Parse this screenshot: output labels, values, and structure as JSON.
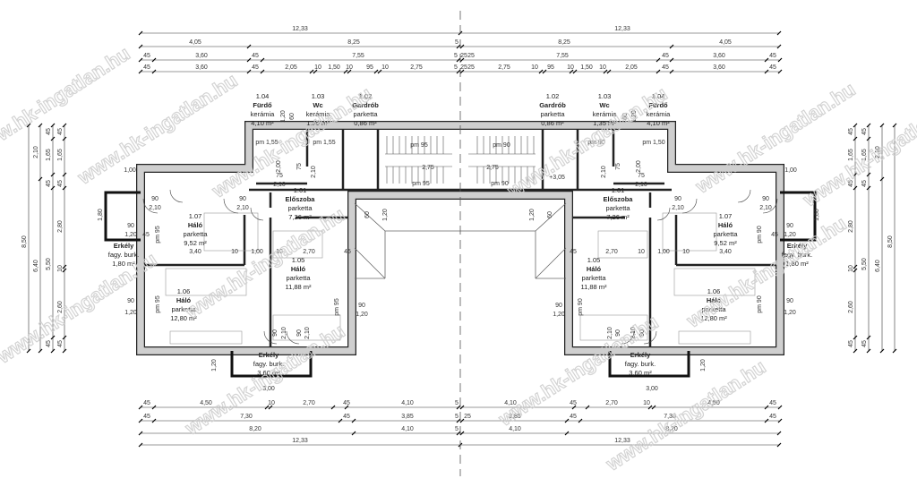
{
  "watermark": "www.hk-ingatlan.hu",
  "rooms": {
    "left": [
      {
        "id": "1.04",
        "name": "Fürdő",
        "material": "kerámia",
        "area": "4,10 m²"
      },
      {
        "id": "1.03",
        "name": "Wc",
        "material": "kerámia",
        "area": "1,35 m²"
      },
      {
        "id": "1.02",
        "name": "Gardrób",
        "material": "parketta",
        "area": "0,86 m²"
      },
      {
        "id": "1.01",
        "name": "Előszoba",
        "material": "parketta",
        "area": "7,26 m²"
      },
      {
        "id": "1.07",
        "name": "Háló",
        "material": "parketta",
        "area": "9,52 m²"
      },
      {
        "id": "1.06",
        "name": "Háló",
        "material": "parketta",
        "area": "12,80 m²"
      },
      {
        "id": "1.05",
        "name": "Háló",
        "material": "parketta",
        "area": "11,88 m²"
      },
      {
        "id": "",
        "name": "Erkély",
        "material": "fagy. burk.",
        "area": "1,80 m²"
      },
      {
        "id": "",
        "name": "Erkély",
        "material": "fagy. burk.",
        "area": "3,60 m²"
      }
    ],
    "right": [
      {
        "id": "1.02",
        "name": "Gardrób",
        "material": "parketta",
        "area": "0,86 m²"
      },
      {
        "id": "1.03",
        "name": "Wc",
        "material": "kerámia",
        "area": "1,35 m²"
      },
      {
        "id": "1.04",
        "name": "Fürdő",
        "material": "kerámia",
        "area": "4,10 m²"
      },
      {
        "id": "1.01",
        "name": "Előszoba",
        "material": "parketta",
        "area": "7,26 m²"
      },
      {
        "id": "1.07",
        "name": "Háló",
        "material": "parketta",
        "area": "9,52 m²"
      },
      {
        "id": "1.06",
        "name": "Háló",
        "material": "parketta",
        "area": "12,80 m²"
      },
      {
        "id": "1.05",
        "name": "Háló",
        "material": "parketta",
        "area": "11,88 m²"
      },
      {
        "id": "",
        "name": "Erkély",
        "material": "fagy. burk.",
        "area": "1,80 m²"
      },
      {
        "id": "",
        "name": "Erkély",
        "material": "fagy. burk.",
        "area": "3,60 m²"
      }
    ]
  },
  "dimensions": {
    "top": [
      [
        "12,33",
        "12,33"
      ],
      [
        "4,05",
        "8,25",
        "5",
        "8,25",
        "4,05"
      ],
      [
        "45",
        "3,60",
        "45",
        "7,55",
        "5",
        "25",
        "25",
        "7,55",
        "45",
        "3,60",
        "45"
      ],
      [
        "45",
        "3,60",
        "45",
        "2,05",
        "10",
        "1,50",
        "10",
        "95",
        "10",
        "2,75",
        "5",
        "25",
        "25",
        "2,75",
        "10",
        "95",
        "10",
        "1,50",
        "10",
        "2,05",
        "45",
        "3,60",
        "45"
      ]
    ],
    "bottom": [
      [
        "45",
        "4,50",
        "10",
        "2,70",
        "45",
        "4,10",
        "5",
        "4,10",
        "45",
        "2,70",
        "10",
        "4,50",
        "45"
      ],
      [
        "45",
        "7,30",
        "45",
        "3,85",
        "5",
        "25",
        "3,85",
        "45",
        "7,30",
        "45"
      ],
      [
        "8,20",
        "4,10",
        "5",
        "4,10",
        "8,20"
      ],
      [
        "12,33",
        "12,33"
      ]
    ],
    "left": [
      [
        "8,50"
      ],
      [
        "2,10",
        "6,40"
      ],
      [
        "45",
        "1,65",
        "45",
        "5,50",
        "45"
      ],
      [
        "45",
        "1,65",
        "45",
        "2,80",
        "10",
        "2,60",
        "45"
      ]
    ],
    "right": [
      [
        "45",
        "1,65",
        "45",
        "2,80",
        "10",
        "2,60",
        "45"
      ],
      [
        "45",
        "1,65",
        "45",
        "5,50",
        "45"
      ],
      [
        "2,10",
        "6,40"
      ],
      [
        "8,50"
      ]
    ]
  },
  "annotations": {
    "left": [
      "90",
      "2,10",
      "90",
      "2,10",
      "90",
      "1,20",
      "90",
      "1,20",
      "pm 95",
      "pm 95",
      "1,00",
      "1,80",
      "45",
      "3,40",
      "10",
      "1,00",
      "10",
      "2,70",
      "45",
      "pm 1,55",
      "pm 1,55",
      "2,00",
      "75",
      "2,10",
      "75",
      "2,10",
      "pm 95",
      "pm 95",
      "2,75",
      "60",
      "1,20",
      "60",
      "1,20",
      "1,20",
      "3,00",
      "90",
      "2,10",
      "90",
      "2,10",
      "pm 95",
      "90",
      "1,20"
    ],
    "right": [
      "90",
      "2,10",
      "90",
      "2,10",
      "90",
      "1,20",
      "90",
      "1,20",
      "pm 90",
      "pm 90",
      "1,00",
      "1,80",
      "45",
      "3,40",
      "10",
      "1,00",
      "10",
      "2,70",
      "45",
      "pm 1,50",
      "pm 90",
      "2,00",
      "75",
      "2,10",
      "75",
      "2,10",
      "pm 90",
      "pm 90",
      "2,75",
      "60",
      "1,20",
      "60",
      "1,20",
      "1,20",
      "3,00",
      "90",
      "2,10",
      "90",
      "2,10",
      "pm 90",
      "90",
      "1,20",
      "+3,05"
    ]
  }
}
